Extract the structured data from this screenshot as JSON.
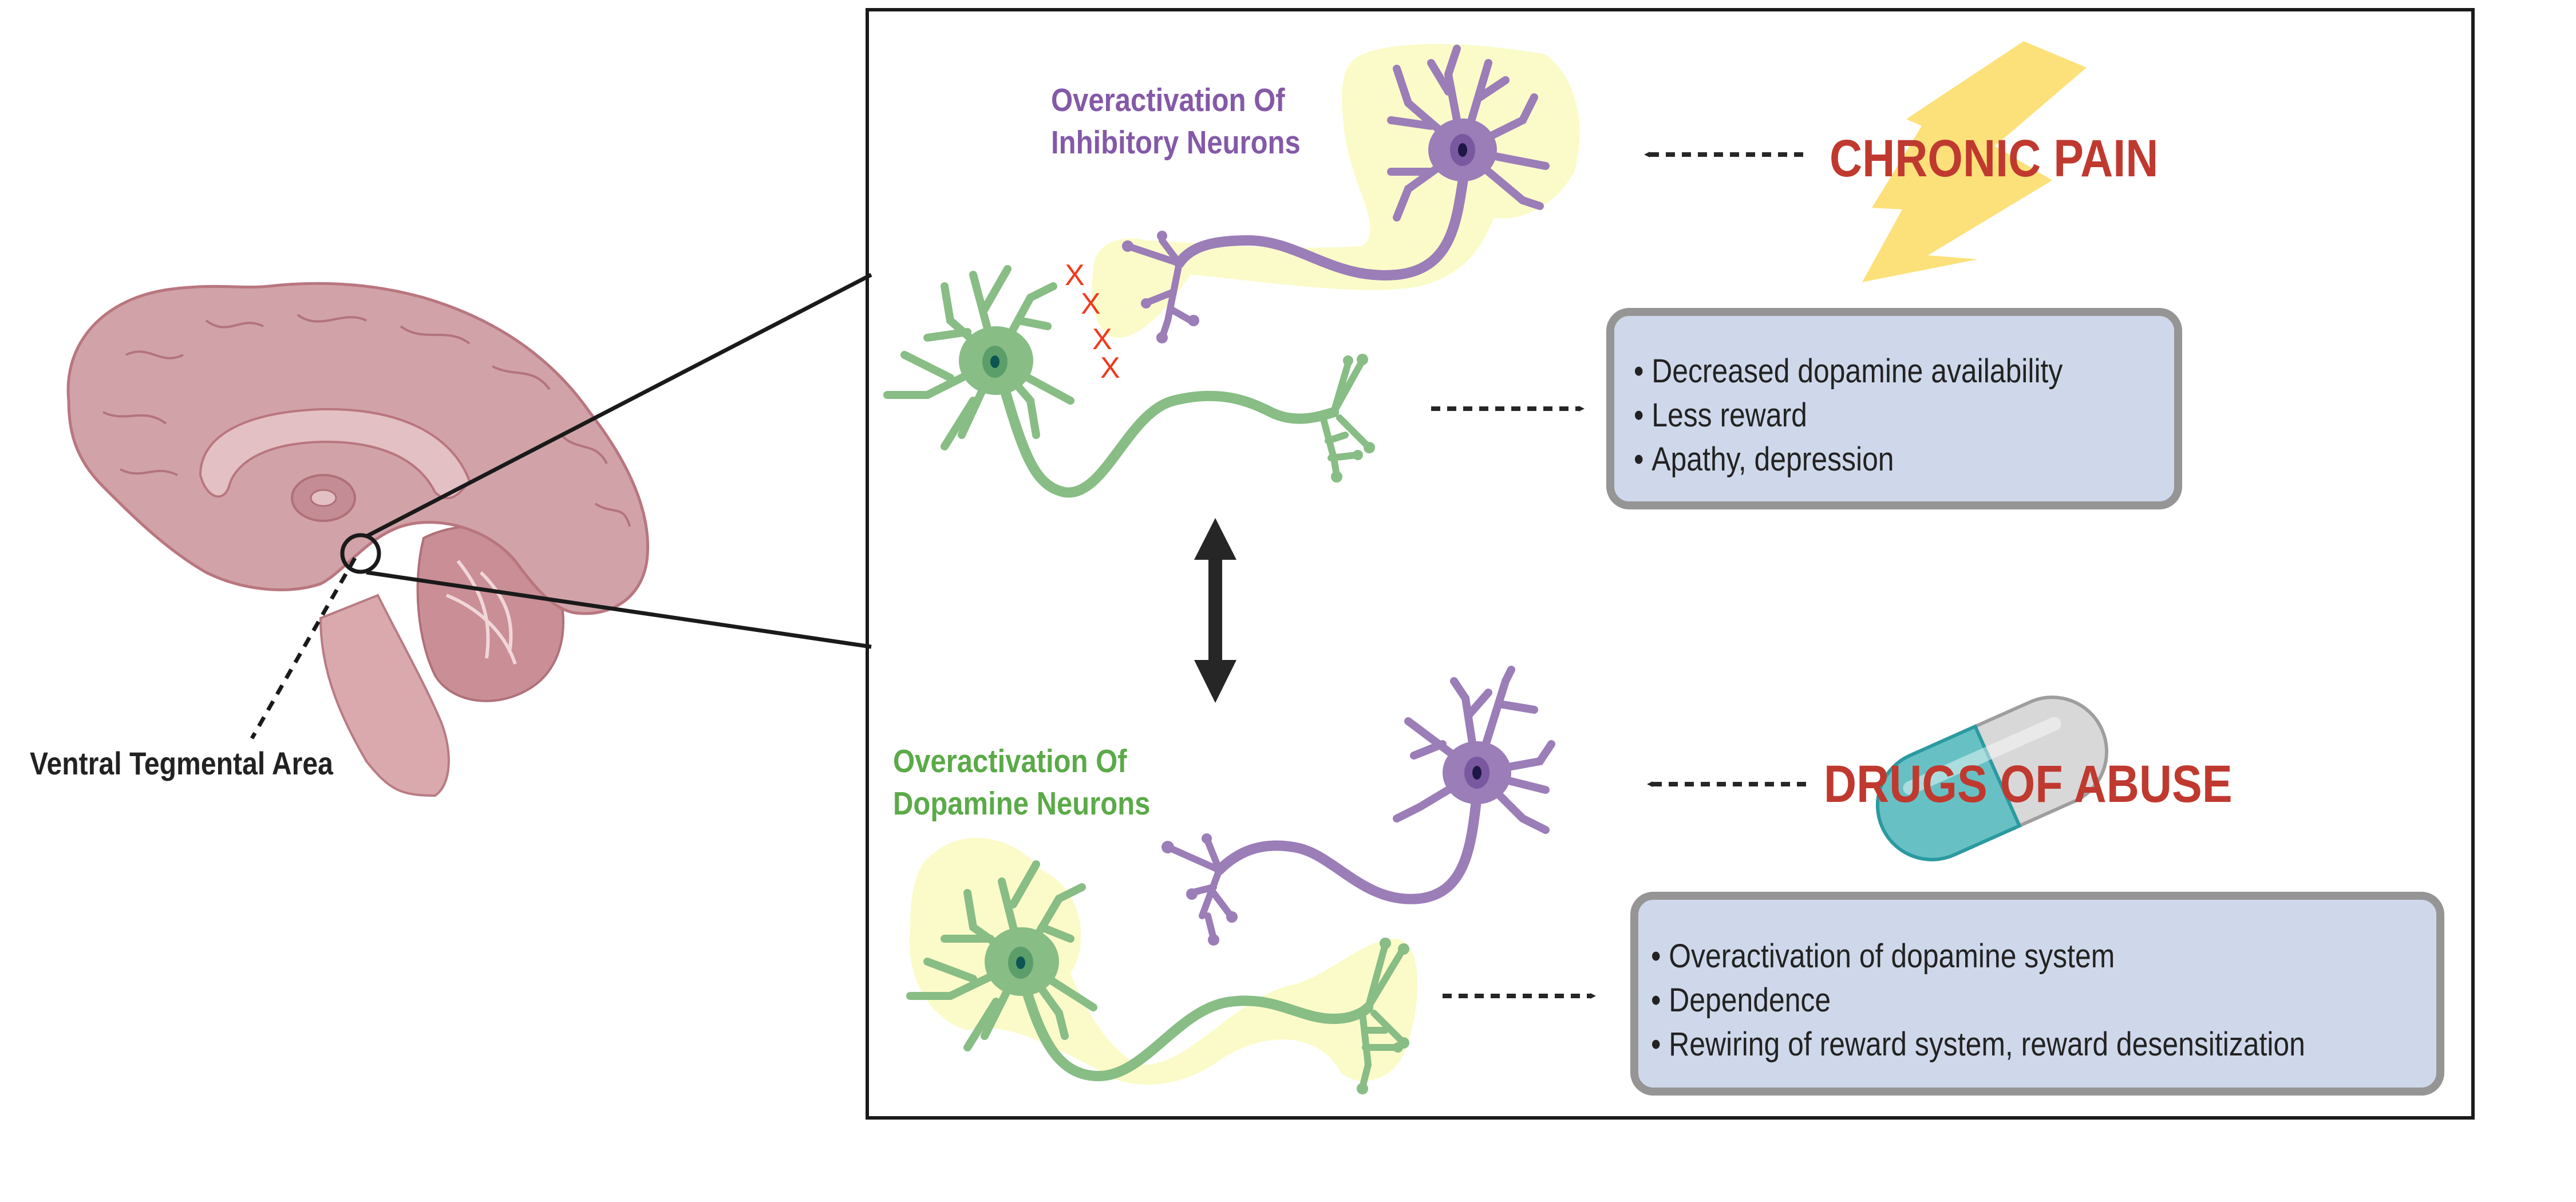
{
  "figure": {
    "brain_label": "Ventral Tegmental Area",
    "zoom_region": "ventral-tegmental-area",
    "top_panel": {
      "title_line1": "Overactivation Of",
      "title_line2": "Inhibitory Neurons",
      "title_color": "#8459A8",
      "trigger": "CHRONIC PAIN",
      "trigger_icon": "lightning-bolt-icon",
      "blocked_marks": [
        "X",
        "X",
        "X",
        "X"
      ],
      "effects": [
        "Decreased dopamine availability",
        "Less reward",
        "Apathy, depression"
      ]
    },
    "bottom_panel": {
      "title_line1": "Overactivation Of",
      "title_line2": "Dopamine Neurons",
      "title_color": "#5BAA48",
      "trigger": "DRUGS OF ABUSE",
      "trigger_icon": "capsule-pill-icon",
      "effects": [
        "Overactivation of dopamine system",
        "Dependence",
        "Rewiring of reward system, reward desensitization"
      ]
    },
    "colors": {
      "trigger_text": "#C0392F",
      "inhibitory_neuron": "#9B7DB8",
      "dopamine_neuron": "#88BD85",
      "highlight_glow": "#FBFBC9",
      "effect_box_fill": "#CFD8EA",
      "effect_box_border": "#959595",
      "brain": "#D1A3A8",
      "bolt": "#FCE17A",
      "x_marks": "#F03A1E"
    }
  }
}
